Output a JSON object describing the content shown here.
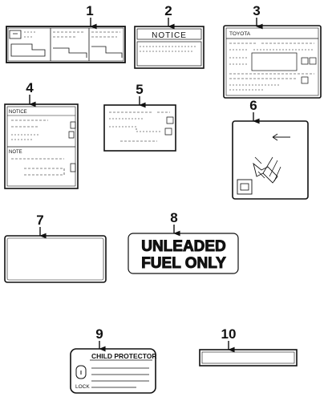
{
  "callouts": [
    "1",
    "2",
    "3",
    "4",
    "5",
    "6",
    "7",
    "8",
    "9",
    "10"
  ],
  "label2": {
    "heading": "NOTICE"
  },
  "label3": {
    "brand": "TOYOTA"
  },
  "label4": {
    "top_text": "NOTICE",
    "bottom_text": "NOTE"
  },
  "label8": {
    "line1": "UNLEADED",
    "line2": "FUEL ONLY"
  },
  "label9": {
    "title": "CHILD PROTECTOR",
    "caption": "LOCK"
  }
}
